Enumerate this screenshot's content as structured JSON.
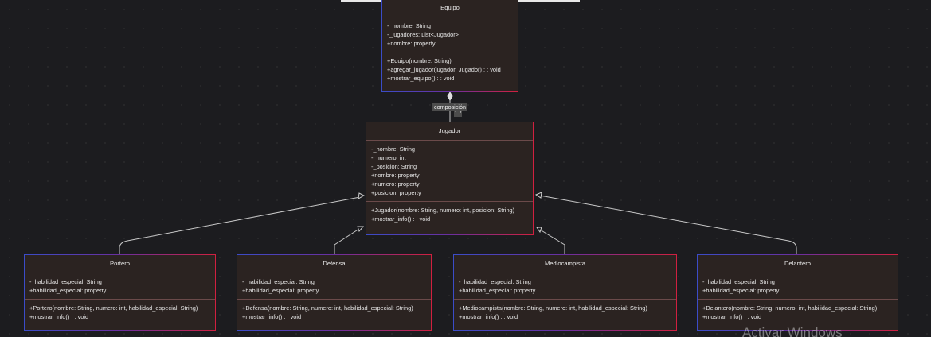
{
  "diagram": {
    "composition_label": "composición",
    "multiplicity_label": "1..*",
    "classes": {
      "equipo": {
        "name": "Equipo",
        "attributes": [
          "-_nombre: String",
          "-_jugadores: List<Jugador>",
          "+nombre: property"
        ],
        "methods": [
          "+Equipo(nombre: String)",
          "+agregar_jugador(jugador: Jugador) : : void",
          "+mostrar_equipo() : : void"
        ]
      },
      "jugador": {
        "name": "Jugador",
        "attributes": [
          "-_nombre: String",
          "-_numero: int",
          "-_posicion: String",
          "+nombre: property",
          "+numero: property",
          "+posicion: property"
        ],
        "methods": [
          "+Jugador(nombre: String, numero: int, posicion: String)",
          "+mostrar_info() : : void"
        ]
      },
      "portero": {
        "name": "Portero",
        "attributes": [
          "-_habilidad_especial: String",
          "+habilidad_especial: property"
        ],
        "methods": [
          "+Portero(nombre: String, numero: int, habilidad_especial: String)",
          "+mostrar_info() : : void"
        ]
      },
      "defensa": {
        "name": "Defensa",
        "attributes": [
          "-_habilidad_especial: String",
          "+habilidad_especial: property"
        ],
        "methods": [
          "+Defensa(nombre: String, numero: int, habilidad_especial: String)",
          "+mostrar_info() : : void"
        ]
      },
      "mediocampista": {
        "name": "Mediocampista",
        "attributes": [
          "-_habilidad_especial: String",
          "+habilidad_especial: property"
        ],
        "methods": [
          "+Mediocampista(nombre: String, numero: int, habilidad_especial: String)",
          "+mostrar_info() : : void"
        ]
      },
      "delantero": {
        "name": "Delantero",
        "attributes": [
          "-_habilidad_especial: String",
          "+habilidad_especial: property"
        ],
        "methods": [
          "+Delantero(nombre: String, numero: int, habilidad_especial: String)",
          "+mostrar_info() : : void"
        ]
      }
    }
  },
  "watermark": "Activar Windows",
  "colors": {
    "background": "#1c1c1f",
    "class_fill": "#2b2321",
    "border_blue": "#3b4cc8",
    "border_red": "#d0203f",
    "connector": "#c8c8c8"
  }
}
